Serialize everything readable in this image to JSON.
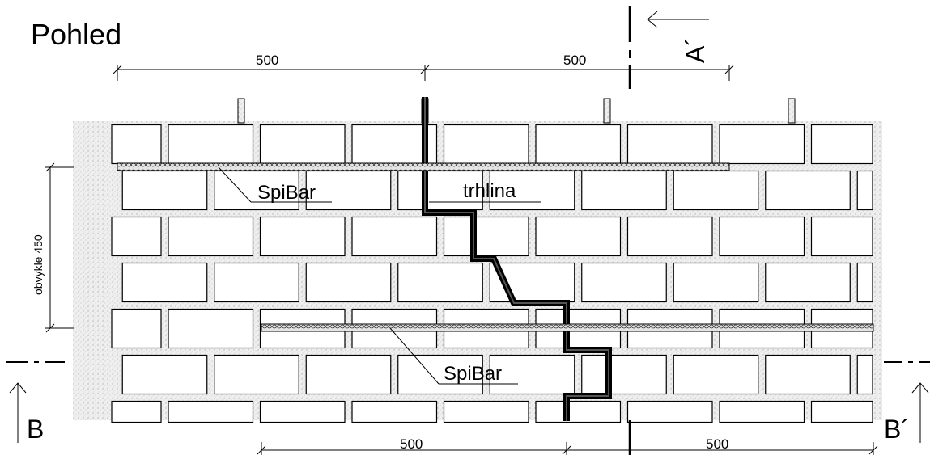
{
  "title": "Pohled",
  "dimensions": {
    "top_left": "500",
    "top_right": "500",
    "bottom_left": "500",
    "bottom_right": "500",
    "vertical": "obvykle 450"
  },
  "labels": {
    "spibar_upper": "SpiBar",
    "spibar_lower": "SpiBar",
    "crack": "trhlina"
  },
  "section_marks": {
    "a": "A´",
    "b_left": "B",
    "b_right": "B´"
  },
  "colors": {
    "line": "#000000",
    "mortar_fill": "#ededed",
    "brick_fill": "#ffffff",
    "bar_fill": "#d9d9d9"
  }
}
